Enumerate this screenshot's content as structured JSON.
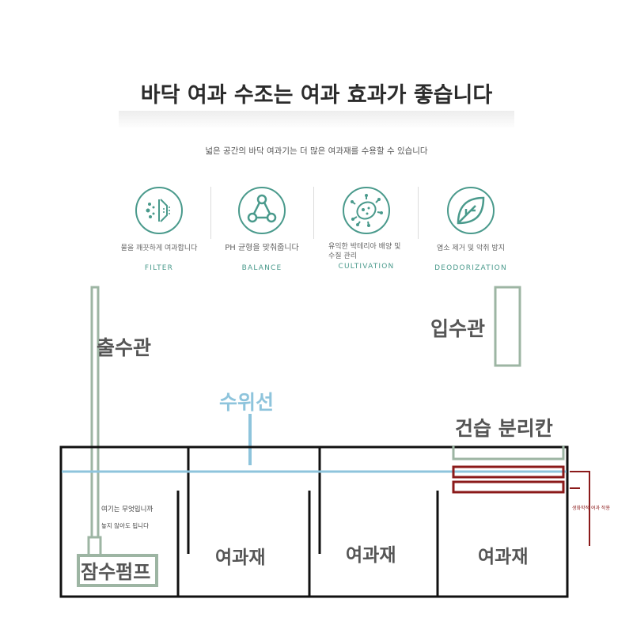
{
  "header": {
    "title": "바닥 여과 수조는 여과 효과가 좋습니다",
    "subtitle": "넓은 공간의 바닥 여과기는 더 많은 여과재를 수용할 수 있습니다"
  },
  "features": [
    {
      "icon": "filter-icon",
      "desc": "물을 깨끗하게 여과합니다",
      "code": "FILTER"
    },
    {
      "icon": "balance-icon",
      "desc": "PH 균형을 맞춰줍니다",
      "code": "BALANCE"
    },
    {
      "icon": "bacteria-icon",
      "desc": "유익한 박테리아 배양 및 수질 관리",
      "code": "CULTIVATION"
    },
    {
      "icon": "leaf-icon",
      "desc": "염소 제거 및 악취 방지",
      "code": "DEODORIZATION"
    }
  ],
  "diagram": {
    "outlet_pipe_label": "출수관",
    "inlet_pipe_label": "입수관",
    "waterline_label": "수위선",
    "dry_wet_label": "건습 분리칸",
    "chamber1_note_line1": "여기는 무엇입니까",
    "chamber1_note_line2": "놓지 않아도 됩니다",
    "pump_label": "잠수펌프",
    "media_labels": [
      "여과재",
      "여과재",
      "여과재"
    ],
    "red_note": "생화학적 여과 작용"
  },
  "colors": {
    "accent": "#4a9a8c",
    "pipe": "#9db5a3",
    "water": "#8ec4dc",
    "tank": "#111111",
    "tray": "#8b1a1a"
  }
}
